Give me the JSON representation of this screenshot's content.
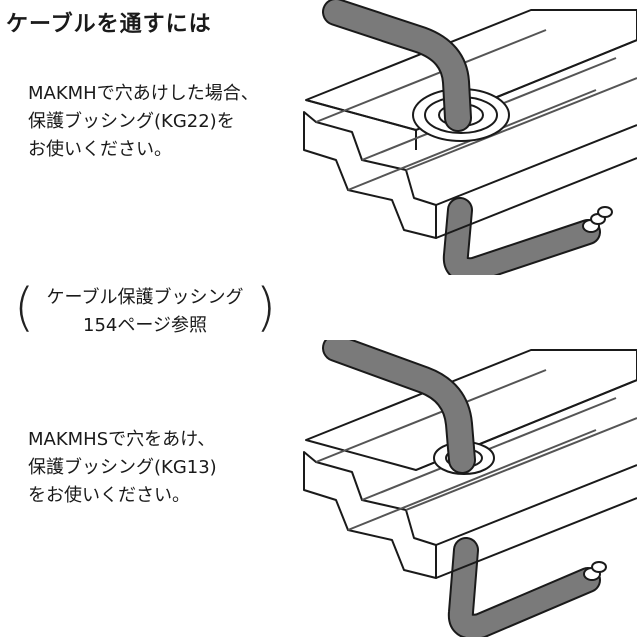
{
  "title": "ケーブルを通すには",
  "note_upper": {
    "lines": [
      "MAKMHで穴あけした場合、",
      "保護ブッシング(KG22)を",
      "お使いください。"
    ]
  },
  "reference": {
    "open_paren": "(",
    "close_paren": ")",
    "lines": [
      "ケーブル保護ブッシング",
      "154ページ参照"
    ]
  },
  "note_lower": {
    "lines": [
      "MAKMHSで穴をあけ、",
      "保護ブッシング(KG13)",
      "をお使いください。"
    ]
  }
}
